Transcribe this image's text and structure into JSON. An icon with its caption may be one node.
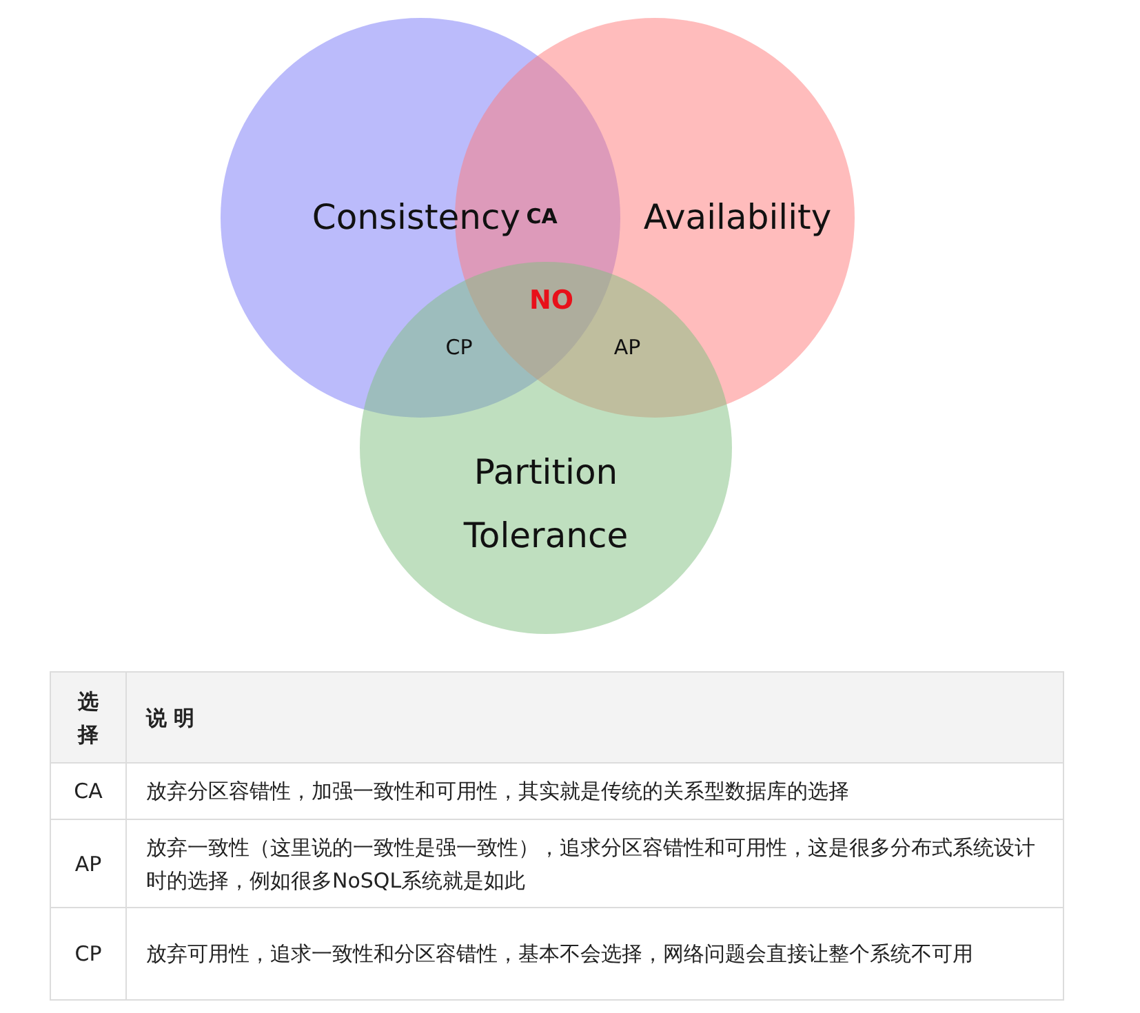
{
  "diagram": {
    "nodes": [
      {
        "text": [
          "Consistency"
        ]
      },
      {
        "text": [
          "Availability"
        ]
      },
      {
        "text": [
          "Partition Tolerance"
        ]
      }
    ],
    "labels": [
      "CA",
      "NO",
      "CP",
      "AP",
      "选择",
      "说 明",
      "CA",
      "放弃分区容错性，加强一致性和可用性，其实就是传统的关系型数据库的选择",
      "AP",
      "放弃一致性（这里说的一致性是强一致性），追求分区容错性和可用性，这是很多分布式系统设计时的选择，例如很多NoSQL系统就是如此",
      "CP",
      "放弃可用性，追求一致性和分区容错性，基本不会选择，网络问题会直接让整个系统不可用"
    ]
  }
}
